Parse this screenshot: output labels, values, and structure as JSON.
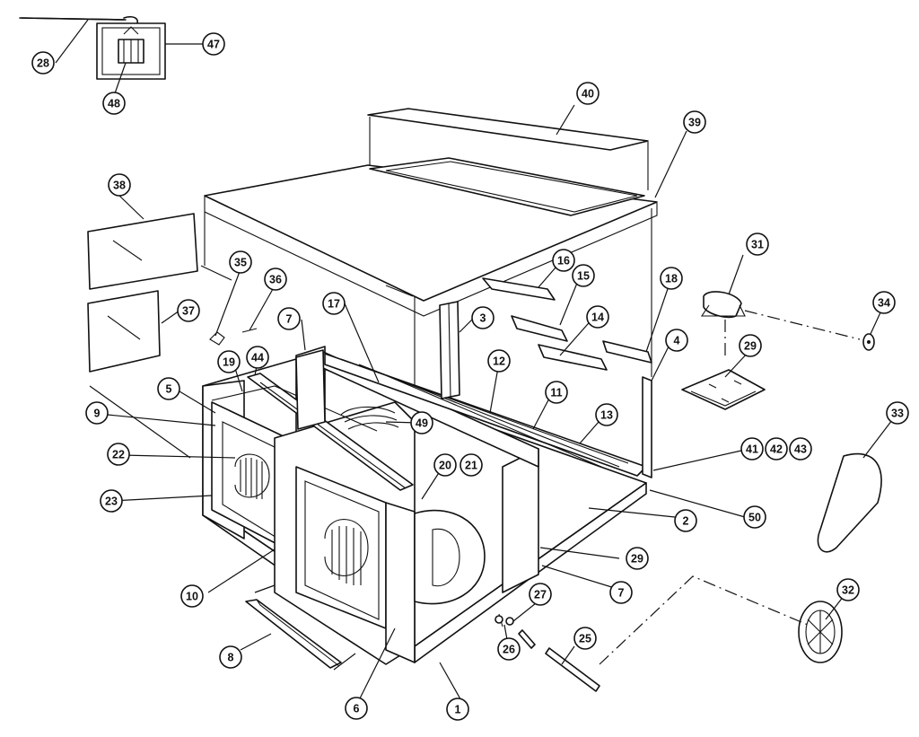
{
  "callouts": [
    {
      "id": "c1",
      "label": "1"
    },
    {
      "id": "c2",
      "label": "2"
    },
    {
      "id": "c3",
      "label": "3"
    },
    {
      "id": "c4",
      "label": "4"
    },
    {
      "id": "c5",
      "label": "5"
    },
    {
      "id": "c6",
      "label": "6"
    },
    {
      "id": "c7a",
      "label": "7"
    },
    {
      "id": "c7b",
      "label": "7"
    },
    {
      "id": "c8",
      "label": "8"
    },
    {
      "id": "c9",
      "label": "9"
    },
    {
      "id": "c10",
      "label": "10"
    },
    {
      "id": "c11",
      "label": "11"
    },
    {
      "id": "c12",
      "label": "12"
    },
    {
      "id": "c13",
      "label": "13"
    },
    {
      "id": "c14",
      "label": "14"
    },
    {
      "id": "c15",
      "label": "15"
    },
    {
      "id": "c16",
      "label": "16"
    },
    {
      "id": "c17",
      "label": "17"
    },
    {
      "id": "c18",
      "label": "18"
    },
    {
      "id": "c19",
      "label": "19"
    },
    {
      "id": "c20",
      "label": "20"
    },
    {
      "id": "c21",
      "label": "21"
    },
    {
      "id": "c22",
      "label": "22"
    },
    {
      "id": "c23",
      "label": "23"
    },
    {
      "id": "c25",
      "label": "25"
    },
    {
      "id": "c26",
      "label": "26"
    },
    {
      "id": "c27",
      "label": "27"
    },
    {
      "id": "c28",
      "label": "28"
    },
    {
      "id": "c29a",
      "label": "29"
    },
    {
      "id": "c29b",
      "label": "29"
    },
    {
      "id": "c31",
      "label": "31"
    },
    {
      "id": "c32",
      "label": "32"
    },
    {
      "id": "c33",
      "label": "33"
    },
    {
      "id": "c34",
      "label": "34"
    },
    {
      "id": "c35",
      "label": "35"
    },
    {
      "id": "c36",
      "label": "36"
    },
    {
      "id": "c37",
      "label": "37"
    },
    {
      "id": "c38",
      "label": "38"
    },
    {
      "id": "c39",
      "label": "39"
    },
    {
      "id": "c40",
      "label": "40"
    },
    {
      "id": "c41",
      "label": "41"
    },
    {
      "id": "c42",
      "label": "42"
    },
    {
      "id": "c43",
      "label": "43"
    },
    {
      "id": "c44",
      "label": "44"
    },
    {
      "id": "c47",
      "label": "47"
    },
    {
      "id": "c48",
      "label": "48"
    },
    {
      "id": "c49",
      "label": "49"
    },
    {
      "id": "c50",
      "label": "50"
    }
  ]
}
